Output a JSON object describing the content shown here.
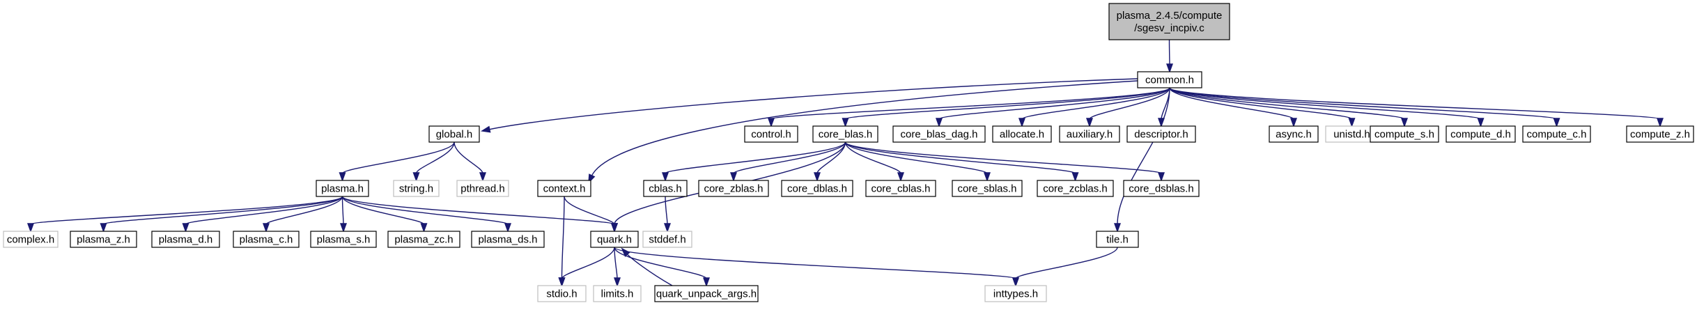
{
  "diagram": {
    "colors": {
      "edge": "#191970",
      "node_border": "#000000",
      "node_fill": "#ffffff",
      "root_fill": "#bfbfbf",
      "external_border": "#bfbfbf"
    },
    "nodes": [
      {
        "id": "root",
        "label": "plasma_2.4.5/compute\n/sgesv_incpiv.c",
        "style": "root"
      },
      {
        "id": "common",
        "label": "common.h",
        "style": "normal"
      },
      {
        "id": "global",
        "label": "global.h",
        "style": "normal"
      },
      {
        "id": "control",
        "label": "control.h",
        "style": "normal"
      },
      {
        "id": "core_blas",
        "label": "core_blas.h",
        "style": "normal"
      },
      {
        "id": "core_blas_dag",
        "label": "core_blas_dag.h",
        "style": "normal"
      },
      {
        "id": "allocate",
        "label": "allocate.h",
        "style": "normal"
      },
      {
        "id": "auxiliary",
        "label": "auxiliary.h",
        "style": "normal"
      },
      {
        "id": "descriptor",
        "label": "descriptor.h",
        "style": "normal"
      },
      {
        "id": "async",
        "label": "async.h",
        "style": "normal"
      },
      {
        "id": "unistd",
        "label": "unistd.h",
        "style": "external"
      },
      {
        "id": "compute_s",
        "label": "compute_s.h",
        "style": "normal"
      },
      {
        "id": "compute_d",
        "label": "compute_d.h",
        "style": "normal"
      },
      {
        "id": "compute_c",
        "label": "compute_c.h",
        "style": "normal"
      },
      {
        "id": "compute_z",
        "label": "compute_z.h",
        "style": "normal"
      },
      {
        "id": "plasma",
        "label": "plasma.h",
        "style": "normal"
      },
      {
        "id": "string",
        "label": "string.h",
        "style": "external"
      },
      {
        "id": "pthread",
        "label": "pthread.h",
        "style": "external"
      },
      {
        "id": "context",
        "label": "context.h",
        "style": "normal"
      },
      {
        "id": "cblas",
        "label": "cblas.h",
        "style": "normal"
      },
      {
        "id": "core_zblas",
        "label": "core_zblas.h",
        "style": "normal"
      },
      {
        "id": "core_dblas",
        "label": "core_dblas.h",
        "style": "normal"
      },
      {
        "id": "core_cblas",
        "label": "core_cblas.h",
        "style": "normal"
      },
      {
        "id": "core_sblas",
        "label": "core_sblas.h",
        "style": "normal"
      },
      {
        "id": "core_zcblas",
        "label": "core_zcblas.h",
        "style": "normal"
      },
      {
        "id": "core_dsblas",
        "label": "core_dsblas.h",
        "style": "normal"
      },
      {
        "id": "complex",
        "label": "complex.h",
        "style": "external"
      },
      {
        "id": "plasma_z",
        "label": "plasma_z.h",
        "style": "normal"
      },
      {
        "id": "plasma_d",
        "label": "plasma_d.h",
        "style": "normal"
      },
      {
        "id": "plasma_c",
        "label": "plasma_c.h",
        "style": "normal"
      },
      {
        "id": "plasma_s",
        "label": "plasma_s.h",
        "style": "normal"
      },
      {
        "id": "plasma_zc",
        "label": "plasma_zc.h",
        "style": "normal"
      },
      {
        "id": "plasma_ds",
        "label": "plasma_ds.h",
        "style": "normal"
      },
      {
        "id": "quark",
        "label": "quark.h",
        "style": "normal"
      },
      {
        "id": "stddef",
        "label": "stddef.h",
        "style": "external"
      },
      {
        "id": "tile",
        "label": "tile.h",
        "style": "normal"
      },
      {
        "id": "stdio",
        "label": "stdio.h",
        "style": "external"
      },
      {
        "id": "limits",
        "label": "limits.h",
        "style": "external"
      },
      {
        "id": "quark_unpack",
        "label": "quark_unpack_args.h",
        "style": "normal"
      },
      {
        "id": "inttypes",
        "label": "inttypes.h",
        "style": "external"
      }
    ],
    "edges": [
      [
        "root",
        "common"
      ],
      [
        "common",
        "global"
      ],
      [
        "common",
        "context"
      ],
      [
        "common",
        "control"
      ],
      [
        "common",
        "core_blas"
      ],
      [
        "common",
        "core_blas_dag"
      ],
      [
        "common",
        "allocate"
      ],
      [
        "common",
        "auxiliary"
      ],
      [
        "common",
        "descriptor"
      ],
      [
        "common",
        "tile"
      ],
      [
        "common",
        "async"
      ],
      [
        "common",
        "unistd"
      ],
      [
        "common",
        "compute_s"
      ],
      [
        "common",
        "compute_d"
      ],
      [
        "common",
        "compute_c"
      ],
      [
        "common",
        "compute_z"
      ],
      [
        "global",
        "plasma"
      ],
      [
        "global",
        "string"
      ],
      [
        "global",
        "pthread"
      ],
      [
        "plasma",
        "complex"
      ],
      [
        "plasma",
        "plasma_z"
      ],
      [
        "plasma",
        "plasma_d"
      ],
      [
        "plasma",
        "plasma_c"
      ],
      [
        "plasma",
        "plasma_s"
      ],
      [
        "plasma",
        "plasma_zc"
      ],
      [
        "plasma",
        "plasma_ds"
      ],
      [
        "plasma",
        "quark"
      ],
      [
        "core_blas",
        "quark"
      ],
      [
        "core_blas",
        "cblas"
      ],
      [
        "core_blas",
        "core_zblas"
      ],
      [
        "core_blas",
        "core_dblas"
      ],
      [
        "core_blas",
        "core_cblas"
      ],
      [
        "core_blas",
        "core_sblas"
      ],
      [
        "core_blas",
        "core_zcblas"
      ],
      [
        "core_blas",
        "core_dsblas"
      ],
      [
        "context",
        "quark"
      ],
      [
        "context",
        "stdio"
      ],
      [
        "cblas",
        "stddef"
      ],
      [
        "quark",
        "stdio"
      ],
      [
        "quark",
        "limits"
      ],
      [
        "quark",
        "quark_unpack"
      ],
      [
        "quark",
        "inttypes"
      ],
      [
        "quark_unpack",
        "quark"
      ],
      [
        "tile",
        "inttypes"
      ]
    ]
  }
}
